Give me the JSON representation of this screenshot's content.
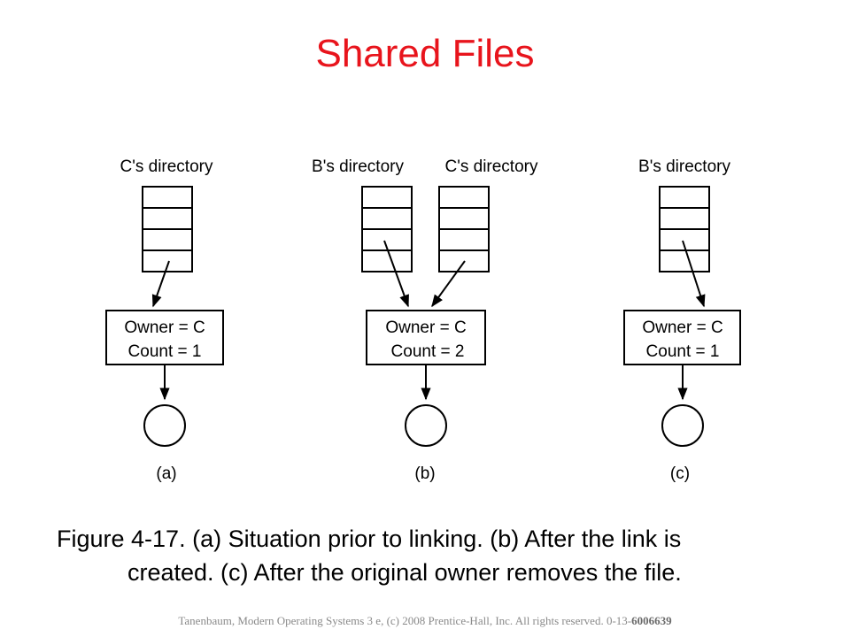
{
  "title": "Shared Files",
  "diagram": {
    "panels": [
      {
        "id": "a",
        "directories": [
          "C's directory"
        ],
        "inode": {
          "owner": "Owner = C",
          "count": "Count = 1"
        },
        "label": "(a)"
      },
      {
        "id": "b",
        "directories": [
          "B's directory",
          "C's directory"
        ],
        "inode": {
          "owner": "Owner = C",
          "count": "Count = 2"
        },
        "label": "(b)"
      },
      {
        "id": "c",
        "directories": [
          "B's directory"
        ],
        "inode": {
          "owner": "Owner = C",
          "count": "Count = 1"
        },
        "label": "(c)"
      }
    ]
  },
  "caption": {
    "line1": "Figure 4-17. (a) Situation prior to linking. (b) After the link is",
    "line2": "created. (c) After the original owner removes the file."
  },
  "footer": {
    "text": "Tanenbaum, Modern Operating Systems 3 e, (c) 2008 Prentice-Hall, Inc. All rights reserved. 0-13-",
    "isbn_tail": "6006639"
  },
  "colors": {
    "title": "#e8141c",
    "footer": "#8a8a8a"
  }
}
